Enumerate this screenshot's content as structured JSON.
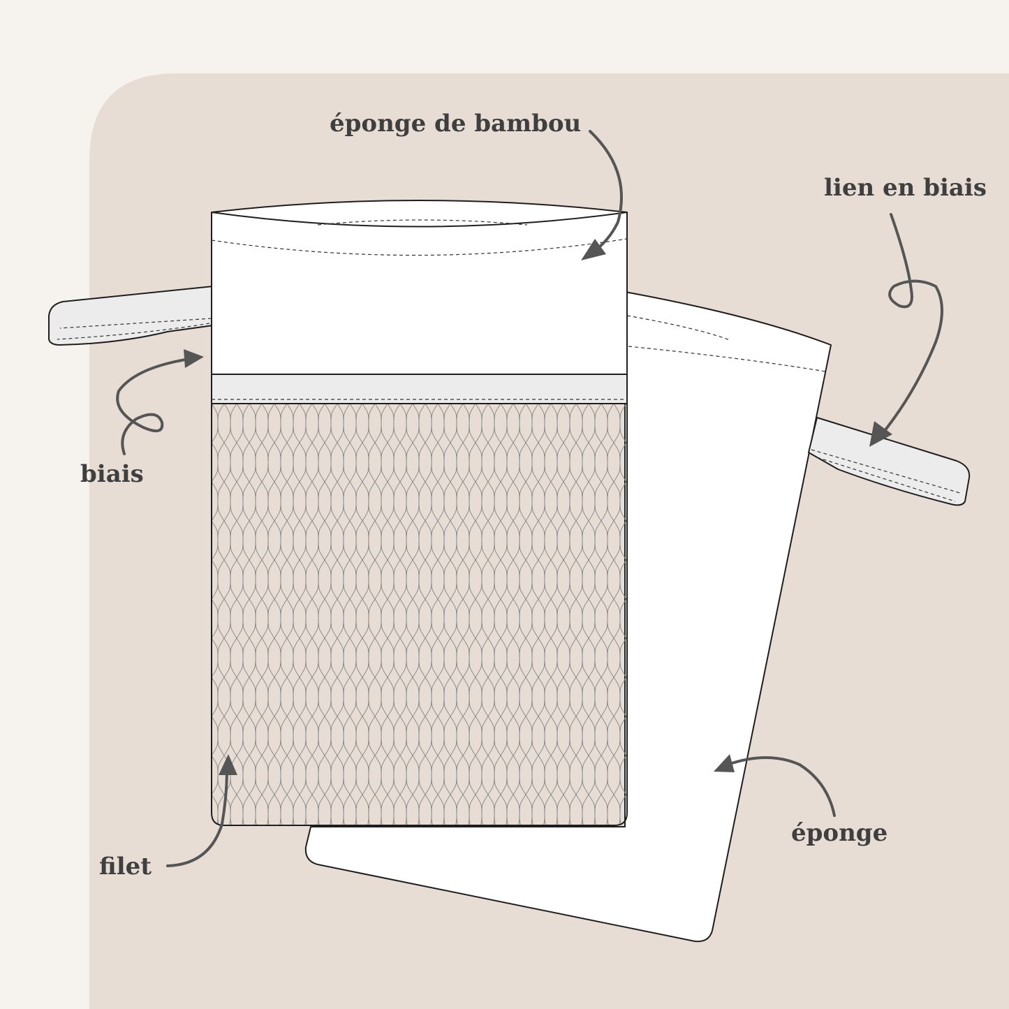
{
  "colors": {
    "page_background": "#f6f3ee",
    "panel_background": "#e8ddd4",
    "fabric": "#ffffff",
    "tape": "#ececec",
    "outline": "#1e1e1e",
    "label_text": "#3f3f3f",
    "arrow": "#555555"
  },
  "labels": {
    "bamboo_sponge": "éponge de bambou",
    "bias_tie": "lien en biais",
    "bias_binding": "biais",
    "mesh": "filet",
    "sponge": "éponge"
  }
}
